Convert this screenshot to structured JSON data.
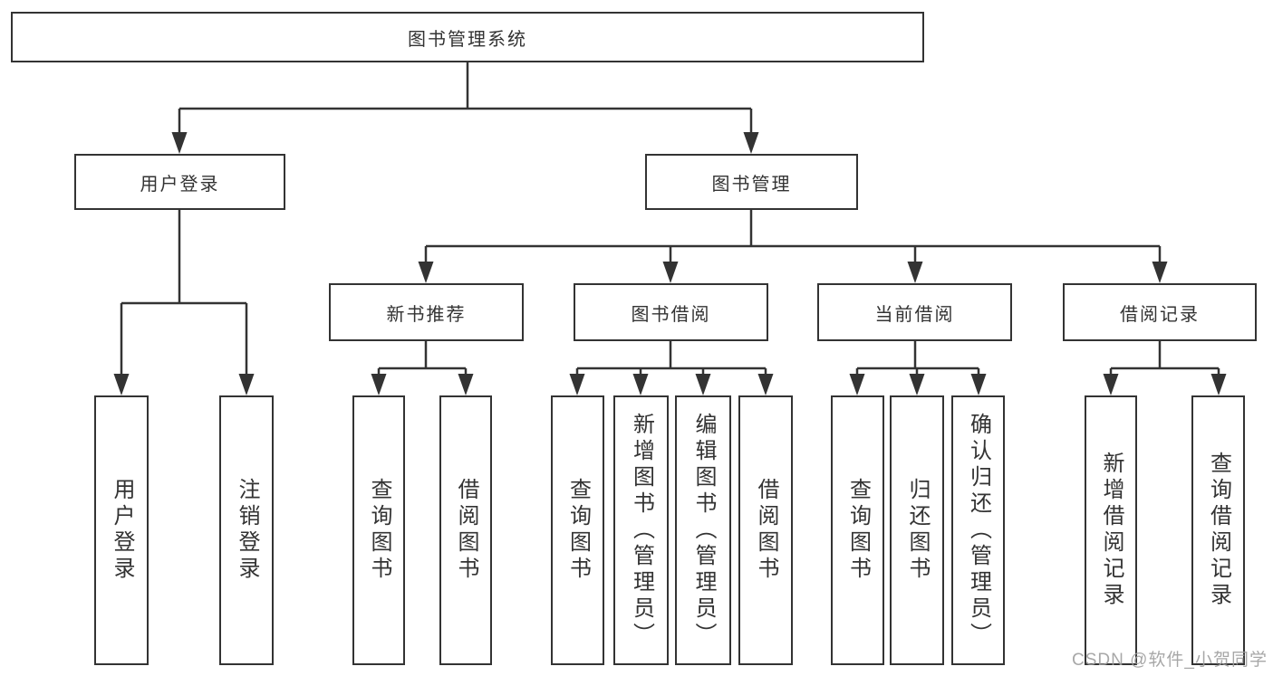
{
  "diagram": {
    "root": {
      "label": "图书管理系统"
    },
    "branches": [
      {
        "label": "用户登录",
        "children": [
          {
            "label": "用户登录"
          },
          {
            "label": "注销登录"
          }
        ]
      },
      {
        "label": "图书管理",
        "children": [
          {
            "label": "新书推荐",
            "children": [
              {
                "label": "查询图书"
              },
              {
                "label": "借阅图书"
              }
            ]
          },
          {
            "label": "图书借阅",
            "children": [
              {
                "label": "查询图书"
              },
              {
                "label": "新增图书（管理员）"
              },
              {
                "label": "编辑图书（管理员）"
              },
              {
                "label": "借阅图书"
              }
            ]
          },
          {
            "label": "当前借阅",
            "children": [
              {
                "label": "查询图书"
              },
              {
                "label": "归还图书"
              },
              {
                "label": "确认归还（管理员）"
              }
            ]
          },
          {
            "label": "借阅记录",
            "children": [
              {
                "label": "新增借阅记录"
              },
              {
                "label": "查询借阅记录"
              }
            ]
          }
        ]
      }
    ]
  },
  "watermark": {
    "text": "CSDN @软件_小贺同学"
  },
  "colors": {
    "line": "#333333",
    "box_border": "#333333",
    "text": "#333333",
    "watermark": "#9e9e9e",
    "background": "#ffffff"
  }
}
